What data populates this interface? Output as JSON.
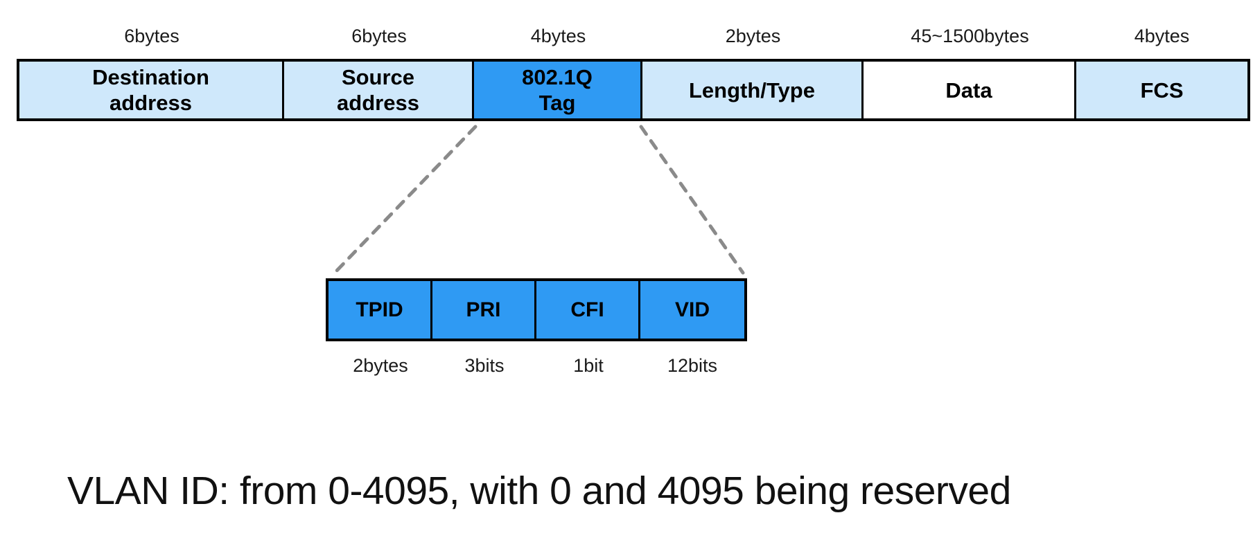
{
  "diagram": {
    "frame": {
      "fields": [
        {
          "size": "6bytes",
          "label": "Destination\naddress"
        },
        {
          "size": "6bytes",
          "label": "Source\naddress"
        },
        {
          "size": "4bytes",
          "label": "802.1Q\nTag"
        },
        {
          "size": "2bytes",
          "label": "Length/Type"
        },
        {
          "size": "45~1500bytes",
          "label": "Data"
        },
        {
          "size": "4bytes",
          "label": "FCS"
        }
      ]
    },
    "tag": {
      "fields": [
        {
          "label": "TPID",
          "size": "2bytes"
        },
        {
          "label": "PRI",
          "size": "3bits"
        },
        {
          "label": "CFI",
          "size": "1bit"
        },
        {
          "label": "VID",
          "size": "12bits"
        }
      ]
    },
    "note": "VLAN ID: from 0-4095, with 0 and 4095 being reserved",
    "colors": {
      "light_blue": "#cfe8fb",
      "accent_blue": "#2f9af3",
      "border": "#000000",
      "dash_gray": "#8a8a8a"
    }
  }
}
